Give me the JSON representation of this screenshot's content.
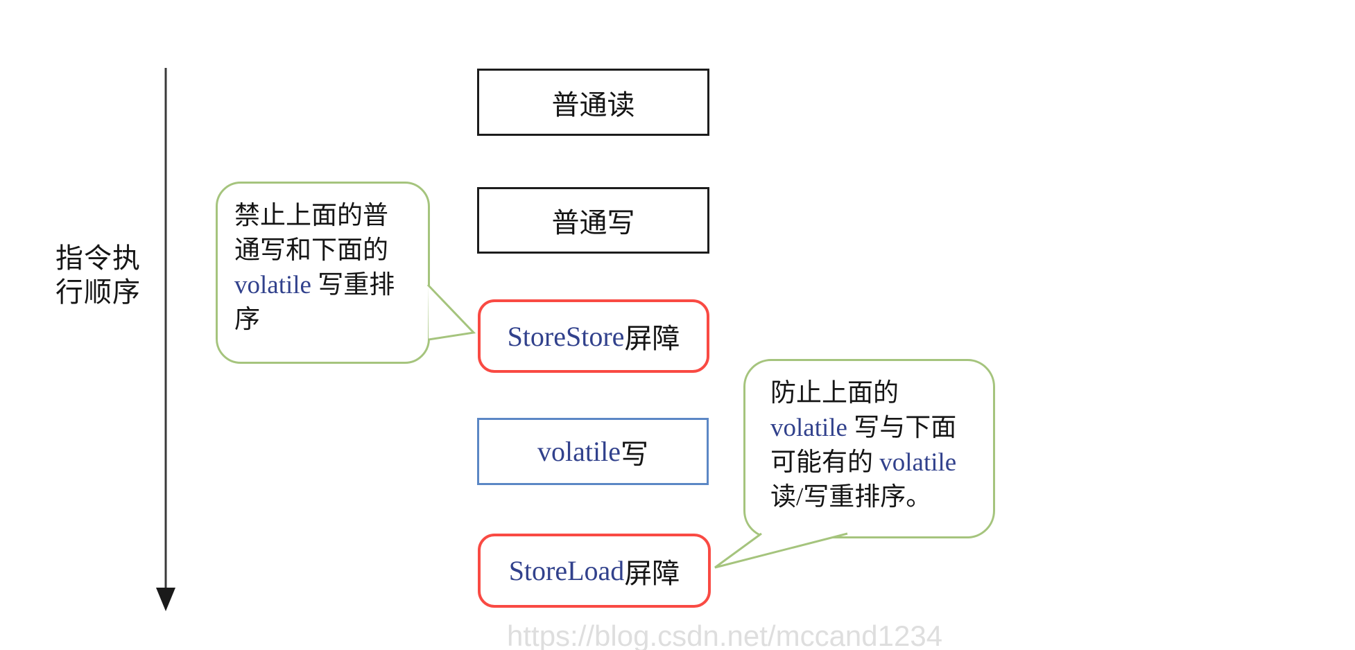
{
  "axis_label": {
    "line1": "指令执",
    "line2": "行顺序"
  },
  "boxes": {
    "normal_read": {
      "label": "普通读"
    },
    "normal_write": {
      "label": "普通写"
    },
    "storestore_barrier": {
      "label_latin": "StoreStore",
      "label_cjk": " 屏障"
    },
    "volatile_write": {
      "label_latin": "volatile",
      "label_cjk": " 写"
    },
    "storeload_barrier": {
      "label_latin": "StoreLoad",
      "label_cjk": "屏障"
    }
  },
  "callouts": {
    "left": {
      "line1": "禁止上面的普",
      "line2": "通写和下面的",
      "line3_latin": "volatile",
      "line3_rest": " 写重排",
      "line4": "序"
    },
    "right": {
      "line1": "防止上面的",
      "line2_latin": "volatile",
      "line2_rest": " 写与下面",
      "line3_pre": "可能有的 ",
      "line3_latin": "volatile",
      "line4": "读/写重排序。"
    }
  },
  "watermark": {
    "text": "https://blog.csdn.net/mccand1234"
  },
  "colors": {
    "barrier_border_red": "#f94a43",
    "volatile_border_blue": "#5b87c5",
    "callout_border_green": "#a5c47d",
    "plain_border_black": "#1c1c1c",
    "latin_text_navy": "#31418c",
    "watermark_gray": "#dedede",
    "arrow_gray": "#3a3a3a"
  }
}
